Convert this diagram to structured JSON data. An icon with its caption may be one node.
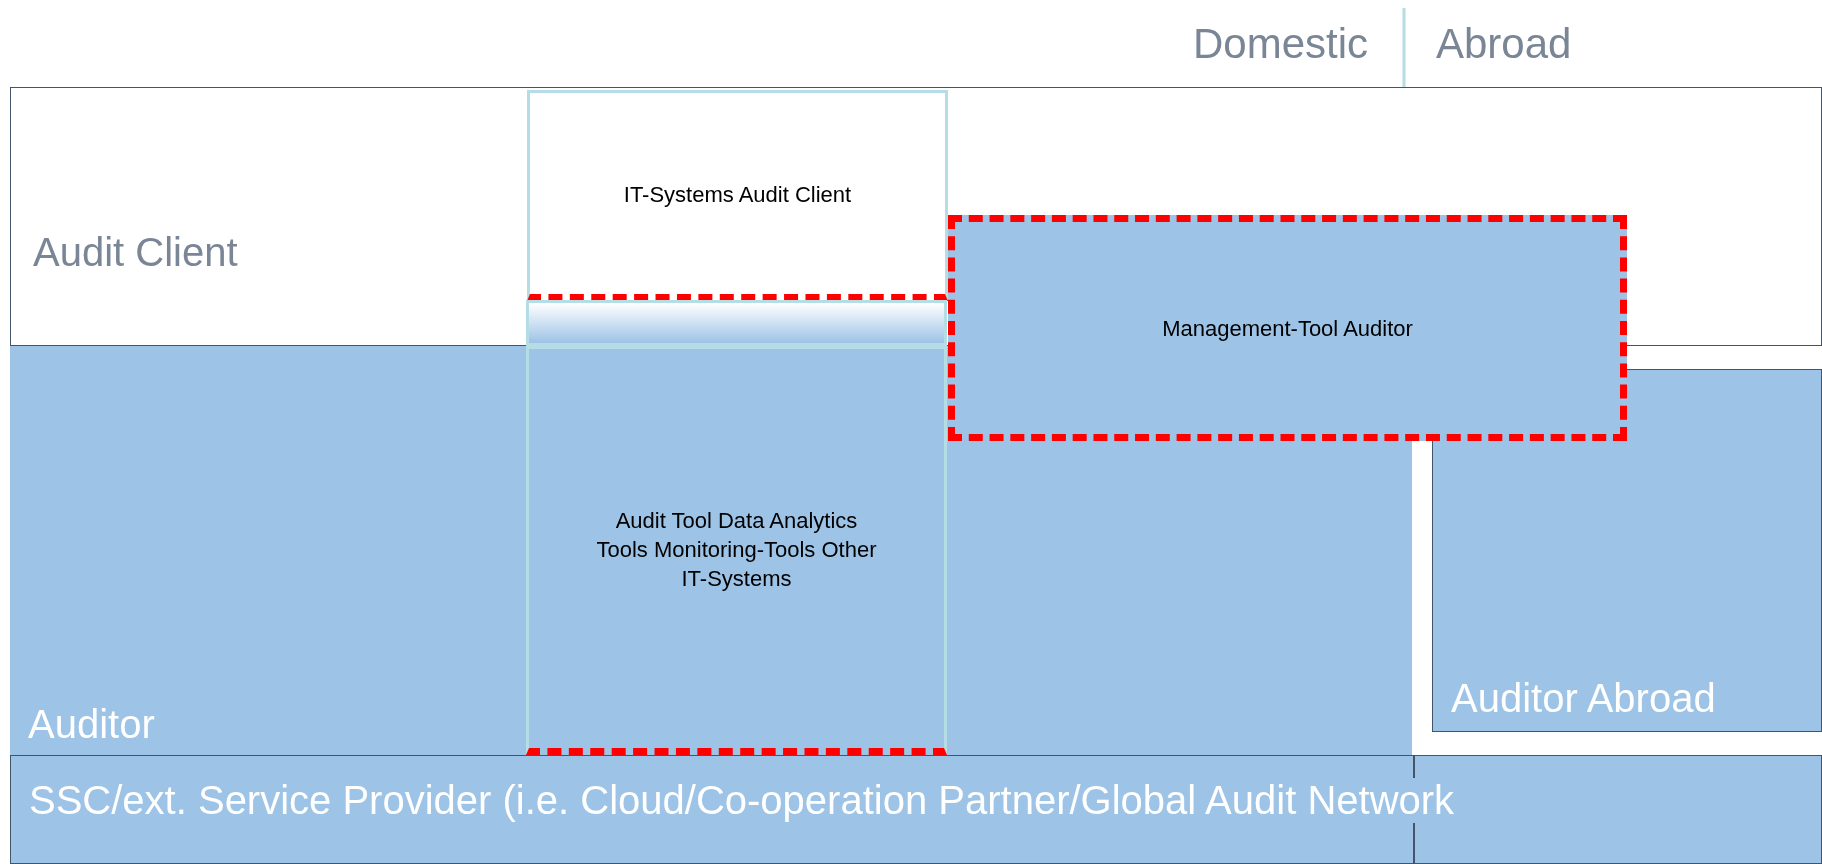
{
  "diagram": {
    "nodes": [
      {
        "text": [
          "Audit Client"
        ]
      },
      {
        "text": [
          "Auditor"
        ]
      },
      {
        "text": [
          "Auditor Abroad"
        ]
      },
      {
        "text": [
          "SSC/ext. Service Provider (i.e. Cloud/Co-operation Partner/Global Audit Network"
        ]
      },
      {
        "text": [
          "IT-Systems Audit Client"
        ],
        "in": 0
      },
      {
        "text": [
          "Audit Tool Data Analytics Tools Monitoring-Tools Other IT-Systems"
        ],
        "in": 1
      },
      {
        "text": [
          "Management-Tool Auditor"
        ]
      }
    ],
    "labels": [
      "Domestic",
      "Abroad"
    ]
  }
}
